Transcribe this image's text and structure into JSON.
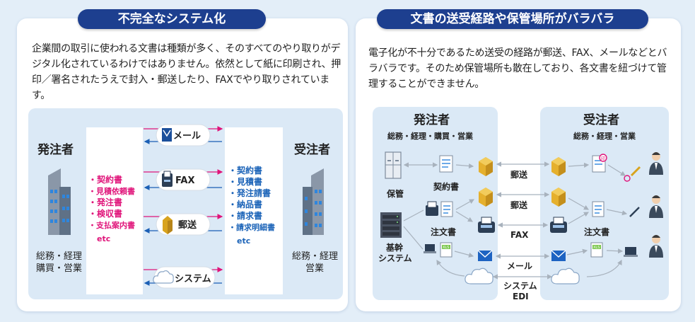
{
  "left": {
    "title": "不完全なシステム化",
    "intro": "企業間の取引に使われる文書は種類が多く、そのすべてのやり取りがデジタル化されているわけではありません。依然として紙に印刷され、押印／署名されたうえで封入・郵送したり、FAXでやり取りされています。",
    "orderer_title": "発注者",
    "orderer_depts": [
      "総務・経理",
      "購買・営業"
    ],
    "receiver_title": "受注者",
    "receiver_depts": [
      "総務・経理",
      "営業"
    ],
    "orderer_docs": [
      "・契約書",
      "・見積依頼書",
      "・発注書",
      "・検収書",
      "・支払案内書",
      "etc"
    ],
    "receiver_docs": [
      "・契約書",
      "・見積書",
      "・発注請書",
      "・納品書",
      "・請求書",
      "・請求明細書",
      "etc"
    ],
    "channels": [
      "メール",
      "FAX",
      "郵送",
      "システム"
    ]
  },
  "right": {
    "title": "文書の送受経路や保管場所がバラバラ",
    "intro": "電子化が不十分であるため送受の経路が郵送、FAX、メールなどとバラバラです。そのため保管場所も散在しており、各文書を紐づけて管理することができません。",
    "orderer_title": "発注者",
    "orderer_depts": "総務・経理・購買・営業",
    "receiver_title": "受注者",
    "receiver_depts": "総務・経理・営業",
    "storage_label": "保管",
    "core_system_label": "基幹\nシステム",
    "doc_contract": "契約書",
    "doc_order_left": "注文書",
    "doc_order_right": "注文書",
    "routes": [
      "郵送",
      "郵送",
      "FAX",
      "メール",
      "システム\nEDI"
    ]
  },
  "colors": {
    "navy": "#1d3f8f",
    "doc_pink": "#e0147a",
    "doc_blue": "#1b63b8",
    "arrow_pink": "#e0147a",
    "arrow_blue": "#1b5fb5",
    "panel_blue": "#dbe9f6"
  }
}
